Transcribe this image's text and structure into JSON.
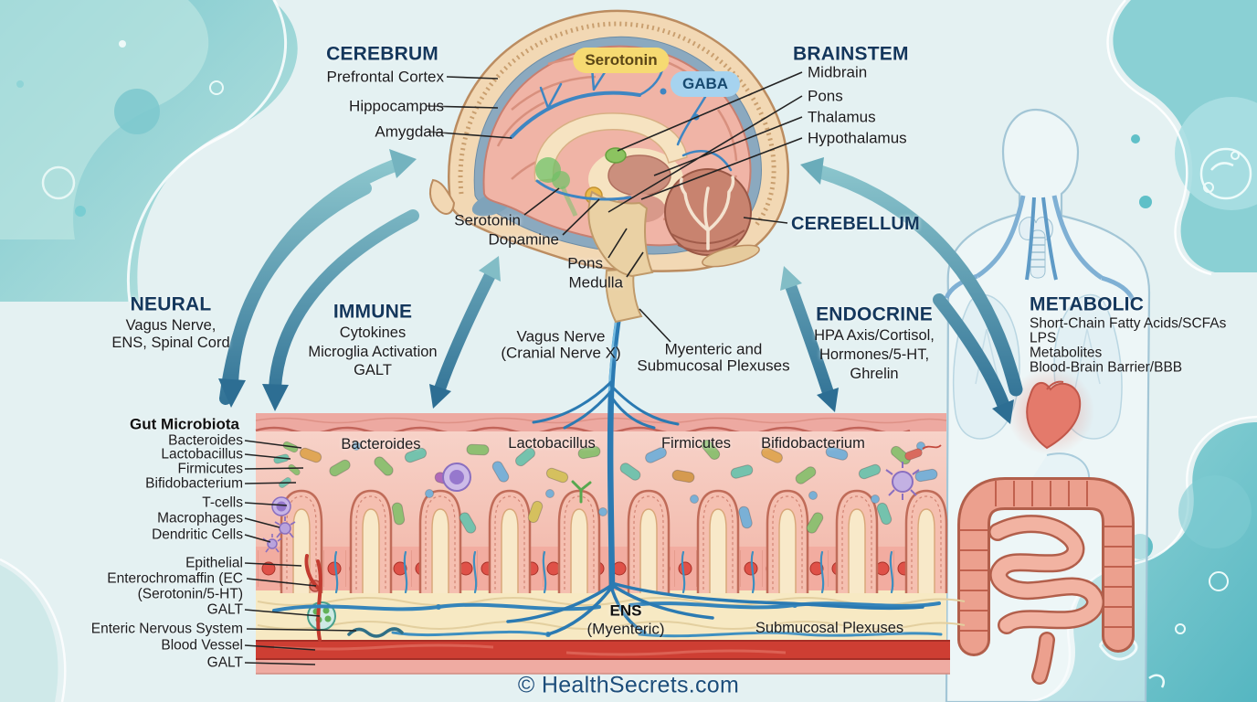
{
  "watermark": "© HealthSecrets.com",
  "brain": {
    "cerebrum_title": "CEREBRUM",
    "cerebrum_labels": [
      "Prefrontal Cortex",
      "Hippocampus",
      "Amygdala"
    ],
    "brainstem_title": "BRAINSTEM",
    "brainstem_labels": [
      "Midbrain",
      "Pons",
      "Thalamus",
      "Hypothalamus"
    ],
    "cerebellum_title": "CEREBELLUM",
    "pills": {
      "serotonin": "Serotonin",
      "gaba": "GABA"
    },
    "inner_labels": [
      "Serotonin",
      "Dopamine",
      "Pons",
      "Medulla"
    ]
  },
  "pathways": {
    "neural": {
      "title": "NEURAL",
      "lines": [
        "Vagus Nerve,",
        "ENS, Spinal Cord"
      ]
    },
    "immune": {
      "title": "IMMUNE",
      "lines": [
        "Cytokines",
        "Microglia Activation",
        "GALT"
      ]
    },
    "endocrine": {
      "title": "ENDOCRINE",
      "lines": [
        "HPA Axis/Cortisol,",
        "Hormones/5-HT,",
        "Ghrelin"
      ]
    },
    "metabolic": {
      "title": "METABOLIC",
      "lines": [
        "Short-Chain Fatty Acids/SCFAs",
        "LPS",
        "Metabolites",
        "Blood-Brain Barrier/BBB"
      ]
    },
    "vagus_label": [
      "Vagus Nerve",
      "(Cranial Nerve X)"
    ],
    "plexus_label": [
      "Myenteric and",
      "Submucosal Plexuses"
    ]
  },
  "gut": {
    "left_labels": [
      "Gut Microbiota",
      "Bacteroides",
      "Lactobacillus",
      "Firmicutes",
      "Bifidobacterium",
      "T-cells",
      "Macrophages",
      "Dendritic Cells",
      "Epithelial",
      "Enterochromaffin (EC",
      "(Serotonin/5-HT)",
      "GALT",
      "Enteric Nervous System",
      "Blood Vessel",
      "GALT"
    ],
    "bacteria_labels": [
      "Bacteroides",
      "Lactobacillus",
      "Firmicutes",
      "Bifidobacterium"
    ],
    "ens_lines": [
      "ENS",
      "(Myenteric)"
    ],
    "submucosal_label": "Submucosal Plexuses"
  },
  "colors": {
    "background": "#e4f1f2",
    "teal_blob": "#7ecbd0",
    "header_navy": "#14375c",
    "label_black": "#1c1c1e",
    "arrow_teal_dark": "#2d6e93",
    "arrow_teal_light": "#8fc9cf",
    "serotonin_pill_bg": "#f6da72",
    "gaba_pill_bg": "#a6d3ef",
    "gut_wall_pink": "#f3c0b2",
    "crypt_cell_red": "#df5148",
    "submucosa_cream": "#f7e9c3",
    "blood_vessel_red": "#ce3e33",
    "nerve_blue": "#2f80b8",
    "intestine_salmon": "#eca08e",
    "heart_red": "#e47a6b",
    "watermark_blue": "#1c4d7a"
  }
}
